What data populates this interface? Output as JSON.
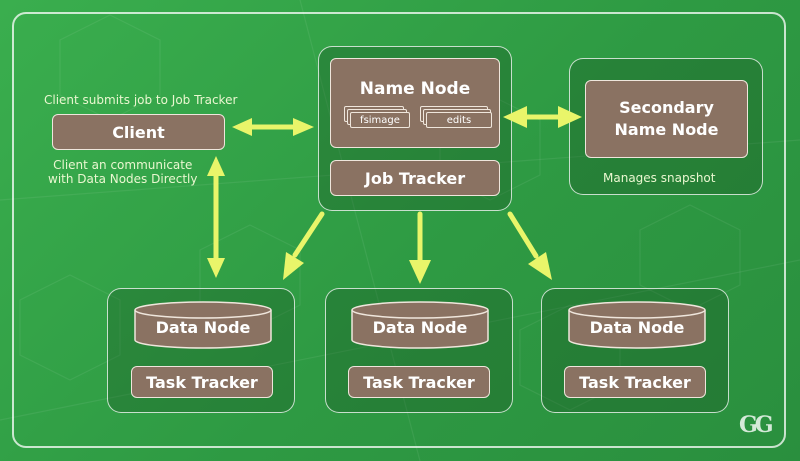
{
  "nodes": {
    "client": "Client",
    "name_node": "Name Node",
    "fsimage": "fsimage",
    "edits": "edits",
    "job_tracker": "Job Tracker",
    "secondary_name_node_line1": "Secondary",
    "secondary_name_node_line2": "Name Node",
    "data_node": "Data Node",
    "task_tracker": "Task Tracker"
  },
  "labels": {
    "client_submits": "Client submits job to Job Tracker",
    "client_communicate_line1": "Client an communicate",
    "client_communicate_line2": "with Data Nodes Directly",
    "manages_snapshot": "Manages snapshot"
  },
  "logo_text": "GG",
  "colors": {
    "background": "#2f9e45",
    "node_fill": "#8a7262",
    "node_border": "#efe6dc",
    "arrow": "#e9f56a",
    "label_text": "#eaf7d0"
  }
}
